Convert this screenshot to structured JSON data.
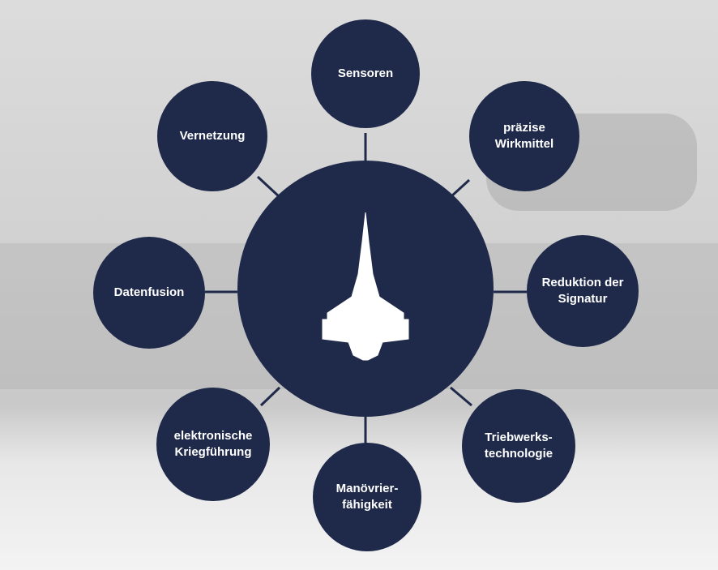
{
  "diagram": {
    "center_icon": "fighter-jet-icon",
    "accent_color": "#1f2a4a",
    "nodes": [
      {
        "id": "sensoren",
        "label": "Sensoren"
      },
      {
        "id": "praezise-wirkmittel",
        "label": "präzise\nWirkmittel"
      },
      {
        "id": "reduktion-signatur",
        "label": "Reduktion der\nSignatur"
      },
      {
        "id": "triebwerkstechnologie",
        "label": "Triebwerks-\ntechnologie"
      },
      {
        "id": "manoevrierfaehigkeit",
        "label": "Manövrier-\nfähigkeit"
      },
      {
        "id": "elektronische-kriegfuehrung",
        "label": "elektronische\nKriegführung"
      },
      {
        "id": "datenfusion",
        "label": "Datenfusion"
      },
      {
        "id": "vernetzung",
        "label": "Vernetzung"
      }
    ]
  }
}
